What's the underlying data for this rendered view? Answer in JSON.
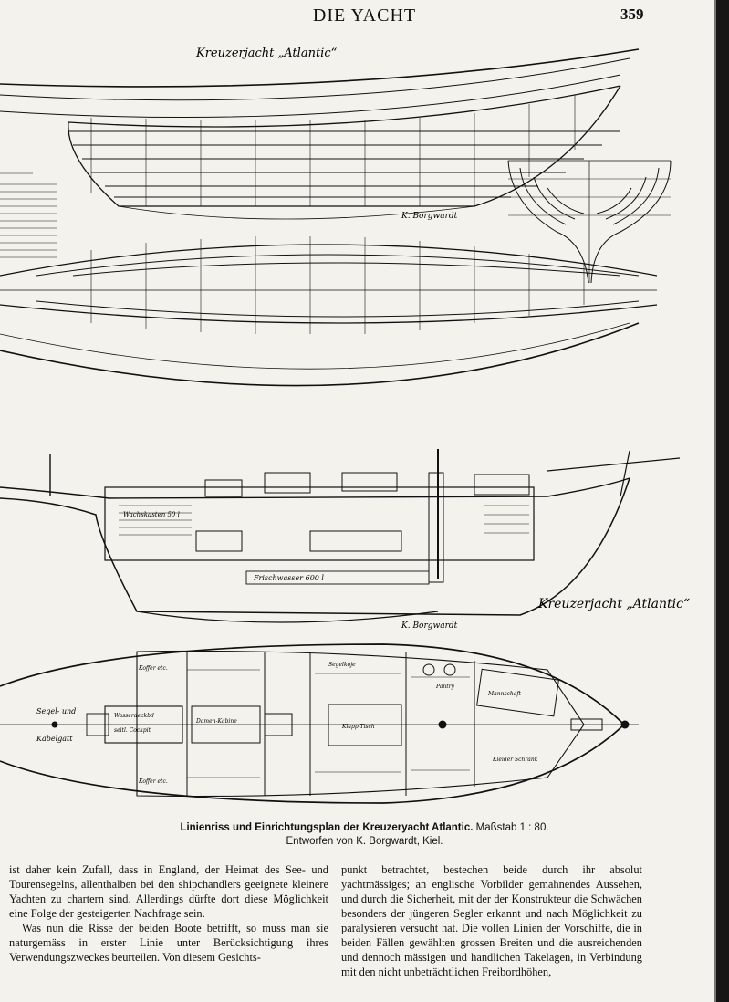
{
  "header": {
    "title": "DIE YACHT",
    "page_number": "359"
  },
  "drawing": {
    "lines_plan_title": "Kreuzerjacht „Atlantic“",
    "lines_plan_signature": "K. Borgwardt",
    "arrangement_title": "Kreuzerjacht „Atlantic“",
    "arrangement_signature": "K. Borgwardt",
    "profile_labels": {
      "tank": "Frischwasser 600 l",
      "engine": "Wachskasten 50 l"
    },
    "plan_labels": {
      "rigging_left_1": "Segel- und",
      "rigging_left_2": "Kabelgatt",
      "dinghy": "Wasserdeckbd",
      "cockpit": "seitl. Cockpit",
      "damen_kabine": "Damen-Kabine",
      "salon": "Klapp-Tisch",
      "pantry": "Pantry",
      "chain_locker": "Kleider Schrank",
      "koffer_top": "Koffer etc.",
      "koffer_bottom": "Koffer etc.",
      "mann_schaft": "Mannschaft",
      "vorkoje": "Segelkoje"
    }
  },
  "caption": {
    "line1_bold": "Linienriss und Einrichtungsplan der Kreuzeryacht Atlantic.",
    "line1_scale": "Maßstab 1 : 80.",
    "line2": "Entworfen von K. Borgwardt, Kiel."
  },
  "body": {
    "left_col": [
      "ist daher kein Zufall, dass in England, der Heimat des See- und Tourensegelns, allenthalben bei den shipchandlers geeignete kleinere Yachten zu chartern sind. Allerdings dürfte dort diese Möglichkeit eine Folge der gesteigerten Nachfrage sein.",
      "Was nun die Risse der beiden Boote betrifft, so muss man sie naturgemäss in erster Linie unter Berücksichtigung ihres Verwendungszweckes beurteilen. Von diesem Gesichts-"
    ],
    "right_col": [
      "punkt betrachtet, bestechen beide durch ihr absolut yachtmässiges; an englische Vorbilder gemahnendes Aussehen, und durch die Sicherheit, mit der der Konstrukteur die Schwächen besonders der jüngeren Segler erkannt und nach Möglichkeit zu paralysieren versucht hat. Die vollen Linien der Vorschiffe, die in beiden Fällen gewählten grossen Breiten und die ausreichenden und dennoch mässigen und handlichen Takelagen, in Verbindung mit den nicht unbeträchtlichen Freibordhöhen,"
    ]
  }
}
